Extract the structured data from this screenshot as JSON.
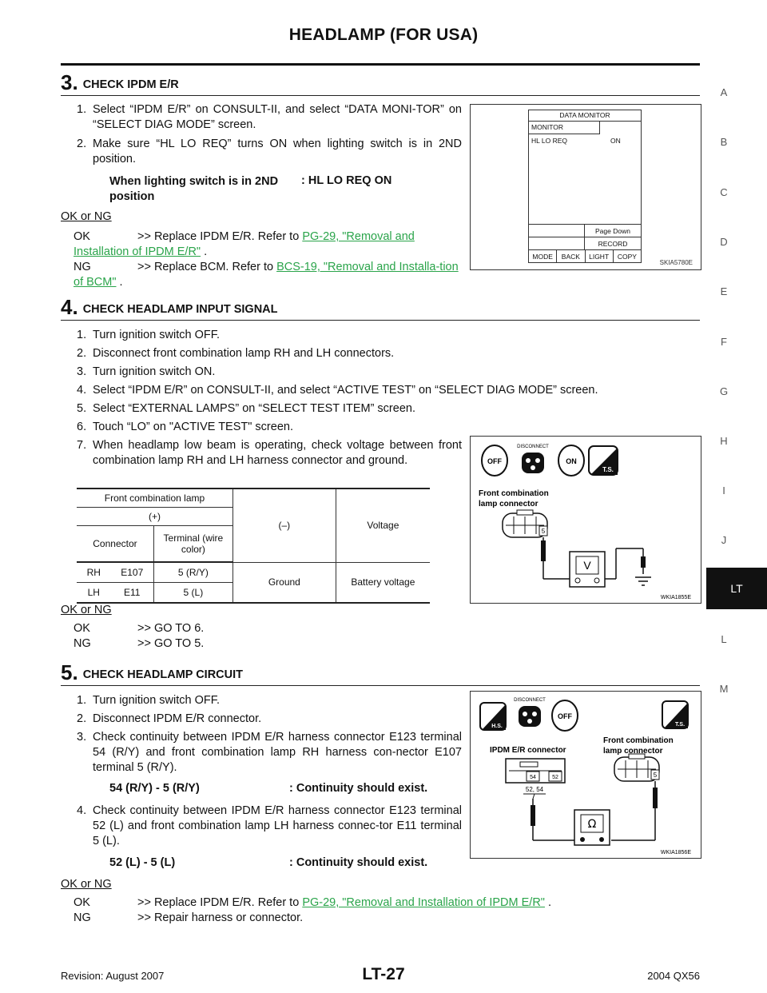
{
  "header": {
    "title": "HEADLAMP (FOR USA)"
  },
  "side_index": [
    "A",
    "B",
    "C",
    "D",
    "E",
    "F",
    "G",
    "H",
    "I",
    "J",
    "LT",
    "L",
    "M"
  ],
  "side_active": "LT",
  "section3": {
    "num": "3.",
    "title": "CHECK IPDM E/R",
    "steps": [
      {
        "n": "1.",
        "text": "Select “IPDM E/R” on CONSULT-II, and select “DATA MONI-TOR” on “SELECT DIAG MODE” screen."
      },
      {
        "n": "2.",
        "text": "Make sure “HL LO REQ” turns ON when lighting switch is in 2ND position."
      }
    ],
    "spec_left": "When lighting switch is in 2ND position",
    "spec_right": ": HL LO REQ ON",
    "okng": "OK or NG",
    "ok_key": "OK",
    "ok_pre": ">> Replace IPDM E/R. Refer to ",
    "ok_link": "PG-29, \"Removal and Installation of IPDM E/R\"",
    "ok_post": " .",
    "ng_key": "NG",
    "ng_pre": ">> Replace BCM. Refer to ",
    "ng_link": "BCS-19, \"Removal and Installa-tion of BCM\"",
    "ng_post": " .",
    "figure": {
      "title": "DATA MONITOR",
      "monitor": "MONITOR",
      "item": "HL LO REQ",
      "value": "ON",
      "page_down": "Page Down",
      "record": "RECORD",
      "buttons": [
        "MODE",
        "BACK",
        "LIGHT",
        "COPY"
      ],
      "code": "SKIA5780E"
    }
  },
  "section4": {
    "num": "4.",
    "title": "CHECK HEADLAMP INPUT SIGNAL",
    "steps": [
      {
        "n": "1.",
        "text": "Turn ignition switch OFF."
      },
      {
        "n": "2.",
        "text": "Disconnect front combination lamp RH and LH connectors."
      },
      {
        "n": "3.",
        "text": "Turn ignition switch ON."
      },
      {
        "n": "4.",
        "text": "Select “IPDM E/R” on CONSULT-II, and select “ACTIVE TEST” on “SELECT DIAG MODE” screen."
      },
      {
        "n": "5.",
        "text": "Select “EXTERNAL LAMPS” on “SELECT TEST ITEM” screen."
      },
      {
        "n": "6.",
        "text": "Touch “LO” on \"ACTIVE TEST\" screen."
      },
      {
        "n": "7.",
        "text": "When headlamp low beam is operating, check voltage between front combination lamp RH and LH harness connector and ground."
      }
    ],
    "table": {
      "h_group": "Front  combination lamp",
      "h_plus": "(+)",
      "h_connector": "Connector",
      "h_terminal": "Terminal (wire color)",
      "h_minus": "(–)",
      "h_voltage": "Voltage",
      "rows": [
        {
          "side": "RH",
          "conn": "E107",
          "term": "5 (R/Y)"
        },
        {
          "side": "LH",
          "conn": "E11",
          "term": "5 (L)"
        }
      ],
      "ground": "Ground",
      "battery": "Battery voltage"
    },
    "okng": "OK or NG",
    "ok_key": "OK",
    "ok_text": ">> GO TO 6.",
    "ng_key": "NG",
    "ng_text": ">> GO TO 5.",
    "figure": {
      "label": "Front combination lamp connector",
      "disconnect": "DISCONNECT",
      "off": "OFF",
      "on": "ON",
      "ts": "T.S.",
      "pin": "5",
      "meter": "V",
      "code": "WKIA1855E"
    }
  },
  "section5": {
    "num": "5.",
    "title": "CHECK HEADLAMP CIRCUIT",
    "steps": [
      {
        "n": "1.",
        "text": "Turn ignition switch OFF."
      },
      {
        "n": "2.",
        "text": "Disconnect IPDM E/R connector."
      },
      {
        "n": "3.",
        "text": "Check continuity between IPDM E/R harness connector E123 terminal 54 (R/Y) and front combination lamp RH harness con-nector E107 terminal 5 (R/Y)."
      },
      {
        "n": "4.",
        "text": "Check continuity between IPDM E/R harness connector E123 terminal 52 (L) and front combination lamp LH harness connec-tor E11 terminal 5 (L)."
      }
    ],
    "spec1_left": "54 (R/Y) - 5 (R/Y)",
    "spec1_right": ": Continuity should exist.",
    "spec2_left": "52 (L) - 5 (L)",
    "spec2_right": ": Continuity should exist.",
    "okng": "OK or NG",
    "ok_key": "OK",
    "ok_pre": ">> Replace IPDM E/R. Refer to ",
    "ok_link": "PG-29, \"Removal and Installation of IPDM E/R\"",
    "ok_post": " .",
    "ng_key": "NG",
    "ng_text": ">> Repair harness or connector.",
    "figure": {
      "hs": "H.S.",
      "disconnect": "DISCONNECT",
      "off": "OFF",
      "ts": "T.S.",
      "ipdm_label": "IPDM E/R connector",
      "lamp_label": "Front combination lamp connector",
      "pin54": "54",
      "pin52": "52",
      "pins": "52, 54",
      "pin5": "5",
      "meter": "Ω",
      "code": "WKIA1856E"
    }
  },
  "footer": {
    "revision": "Revision: August 2007",
    "page": "LT-27",
    "model": "2004 QX56"
  }
}
